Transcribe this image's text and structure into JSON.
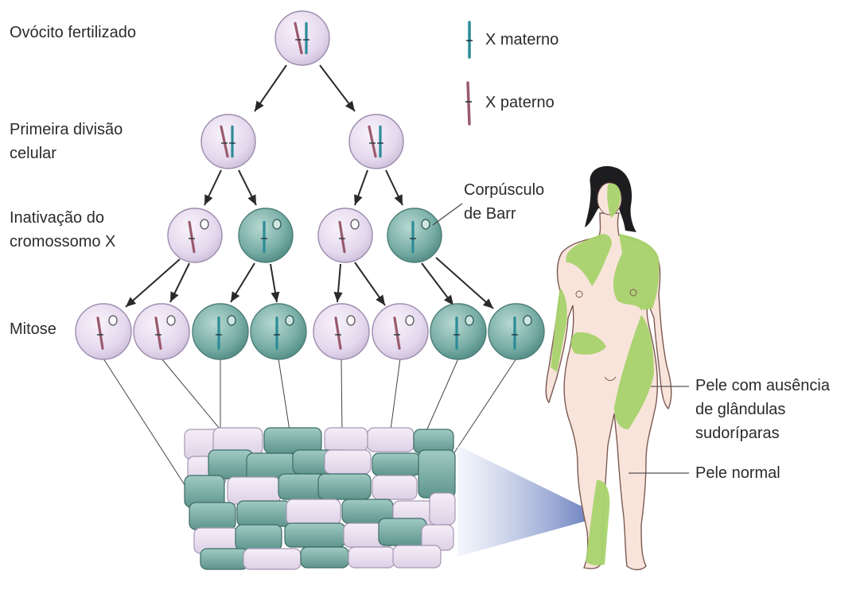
{
  "stages": {
    "fertilized": "Ovócito fertilizado",
    "first_division_line1": "Primeira divisão",
    "first_division_line2": "celular",
    "inactivation_line1": "Inativação do",
    "inactivation_line2": "cromossomo X",
    "mitosis": "Mitose"
  },
  "legend": {
    "maternal": "X materno",
    "paternal": "X paterno"
  },
  "barr_body": {
    "line1": "Corpúsculo",
    "line2": "de Barr"
  },
  "skin": {
    "absent_glands_line1": "Pele com ausência",
    "absent_glands_line2": "de glândulas",
    "absent_glands_line3": "sudoríparas",
    "normal": "Pele normal"
  },
  "colors": {
    "maternal_x": "#2b8c97",
    "paternal_x": "#9a5a6e",
    "active_paternal_cell": "#e6dcef",
    "active_maternal_cell": "#6fa7a0",
    "patch_green": "#a6d26a",
    "skin_tone": "#f8e2d9"
  }
}
